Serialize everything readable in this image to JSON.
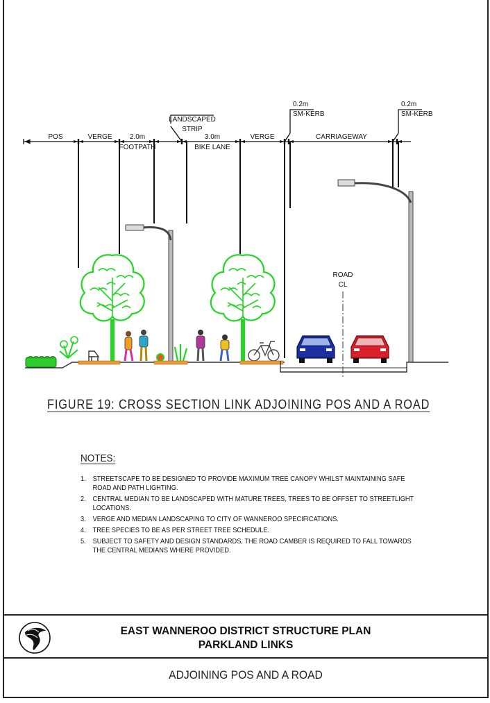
{
  "diagram": {
    "dimension_labels": {
      "pos": "POS",
      "verge_left": "VERGE",
      "footpath_width": "2.0m",
      "footpath": "FOOTPATH",
      "landscaped_strip_line1": "LANDSCAPED",
      "landscaped_strip_line2": "STRIP",
      "bike_lane_width": "3.0m",
      "bike_lane": "BIKE LANE",
      "verge_right": "VERGE",
      "kerb_left_width": "0.2m",
      "kerb_left": "SM-KERB",
      "carriageway": "CARRIAGEWAY",
      "kerb_right_width": "0.2m",
      "kerb_right": "SM-KERB"
    },
    "road_cl_line1": "ROAD",
    "road_cl_line2": "CL",
    "colors": {
      "tree": "#22d622",
      "car_blue": "#1b2f9e",
      "car_red": "#d8202a",
      "path_orange": "#e89a3a",
      "pole": "#9a9a9a"
    }
  },
  "figure_title": "FIGURE 19: CROSS SECTION LINK ADJOINING POS AND A ROAD",
  "notes": {
    "heading": "NOTES:",
    "items": [
      {
        "num": "1.",
        "text": "STREETSCAPE TO BE DESIGNED TO PROVIDE MAXIMUM TREE CANOPY WHILST MAINTAINING SAFE ROAD AND PATH LIGHTING."
      },
      {
        "num": "2.",
        "text": "CENTRAL MEDIAN TO BE LANDSCAPED WITH MATURE TREES, TREES TO BE OFFSET TO STREETLIGHT LOCATIONS."
      },
      {
        "num": "3.",
        "text": "VERGE AND MEDIAN LANDSCAPING TO CITY OF WANNEROO SPECIFICATIONS."
      },
      {
        "num": "4.",
        "text": "TREE SPECIES TO BE AS PER STREET TREE SCHEDULE."
      },
      {
        "num": "5.",
        "text": "SUBJECT TO SAFETY AND DESIGN STANDARDS, THE ROAD CAMBER IS REQUIRED TO FALL TOWARDS THE CENTRAL MEDIANS WHERE PROVIDED."
      }
    ]
  },
  "title_block": {
    "logo_icon": "swan-logo-icon",
    "title_line1": "EAST WANNEROO DISTRICT STRUCTURE PLAN",
    "title_line2": "PARKLAND LINKS",
    "subtitle": "ADJOINING POS AND A ROAD"
  }
}
